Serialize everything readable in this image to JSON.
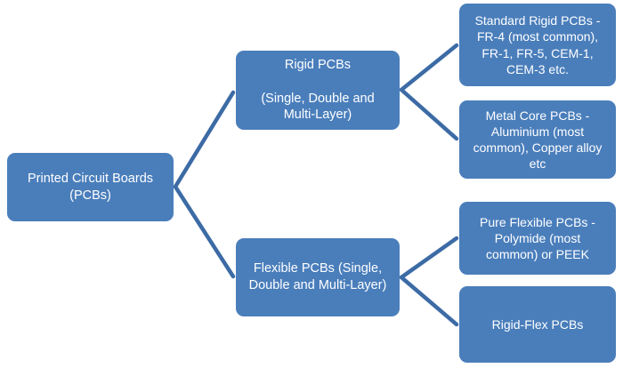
{
  "diagram": {
    "title": "Printed Circuit Boards (PCBs) type hierarchy",
    "type": "tree",
    "colors": {
      "node_fill": "#4a7ebb",
      "node_text": "#ffffff",
      "connector": "#3c6ba5",
      "background": "#ffffff"
    },
    "nodes": {
      "root": {
        "label": "Printed Circuit Boards\n(PCBs)",
        "level": 1
      },
      "rigid": {
        "label": "Rigid PCBs\n\n(Single, Double and\nMulti-Layer)",
        "level": 2
      },
      "flexible": {
        "label": "Flexible PCBs (Single,\nDouble and Multi-Layer)",
        "level": 2
      },
      "standard_rigid": {
        "label": "Standard Rigid PCBs -\nFR-4 (most common),\nFR-1, FR-5, CEM-1,\nCEM-3 etc.",
        "level": 3
      },
      "metal_core": {
        "label": "Metal Core PCBs -\nAluminium (most\ncommon), Copper alloy\netc",
        "level": 3
      },
      "pure_flexible": {
        "label": "Pure Flexible  PCBs -\nPolymide (most\ncommon) or PEEK",
        "level": 3
      },
      "rigid_flex": {
        "label": "Rigid-Flex PCBs",
        "level": 3
      }
    },
    "edges": [
      {
        "from": "root",
        "to": "rigid"
      },
      {
        "from": "root",
        "to": "flexible"
      },
      {
        "from": "rigid",
        "to": "standard_rigid"
      },
      {
        "from": "rigid",
        "to": "metal_core"
      },
      {
        "from": "flexible",
        "to": "pure_flexible"
      },
      {
        "from": "flexible",
        "to": "rigid_flex"
      }
    ]
  }
}
